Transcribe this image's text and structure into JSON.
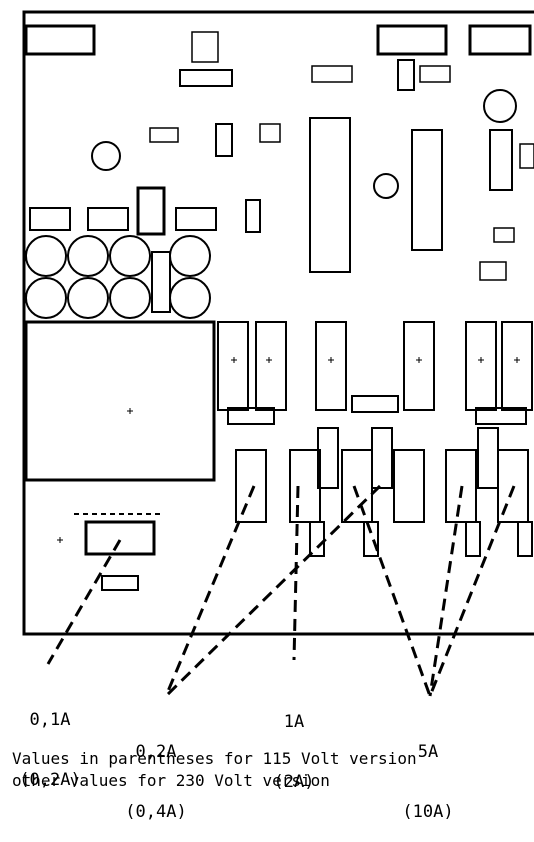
{
  "fuses": [
    {
      "value": "0,1A",
      "alt": "(0,2A)"
    },
    {
      "value": "0,2A",
      "alt": "(0,4A)"
    },
    {
      "value": "1A",
      "alt": "(2A)"
    },
    {
      "value": "5A",
      "alt": "(10A)"
    }
  ],
  "note": {
    "line1": "Values in parentheses for 115 Volt version",
    "line2": "other values for 230 Volt version"
  }
}
